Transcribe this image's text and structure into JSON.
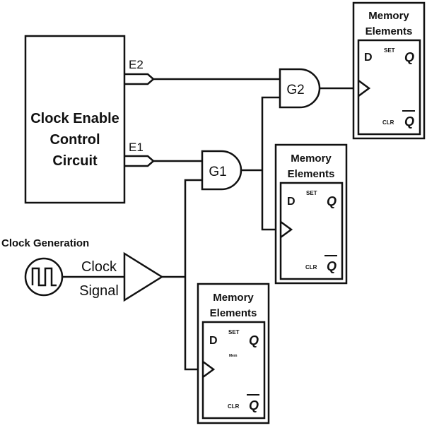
{
  "control_block": {
    "lines": [
      "Clock Enable",
      "Control",
      "Circuit"
    ],
    "outputs": [
      "E2",
      "E1"
    ]
  },
  "gates": [
    {
      "id": "G1",
      "label": "G1"
    },
    {
      "id": "G2",
      "label": "G2"
    }
  ],
  "clock": {
    "title": "Clock Generation",
    "signal_label_top": "Clock",
    "signal_label_bottom": "Signal"
  },
  "memory_elements": [
    {
      "title_line1": "Memory",
      "title_line2": "Elements",
      "d": "D",
      "set": "SET",
      "q": "Q",
      "clr": "CLR",
      "qbar": "Q",
      "extra": ""
    },
    {
      "title_line1": "Memory",
      "title_line2": "Elements",
      "d": "D",
      "set": "SET",
      "q": "Q",
      "clr": "CLR",
      "qbar": "Q",
      "extra": ""
    },
    {
      "title_line1": "Memory",
      "title_line2": "Elements",
      "d": "D",
      "set": "SET",
      "q": "Q",
      "clr": "CLR",
      "qbar": "Q",
      "extra": "Mem"
    }
  ]
}
